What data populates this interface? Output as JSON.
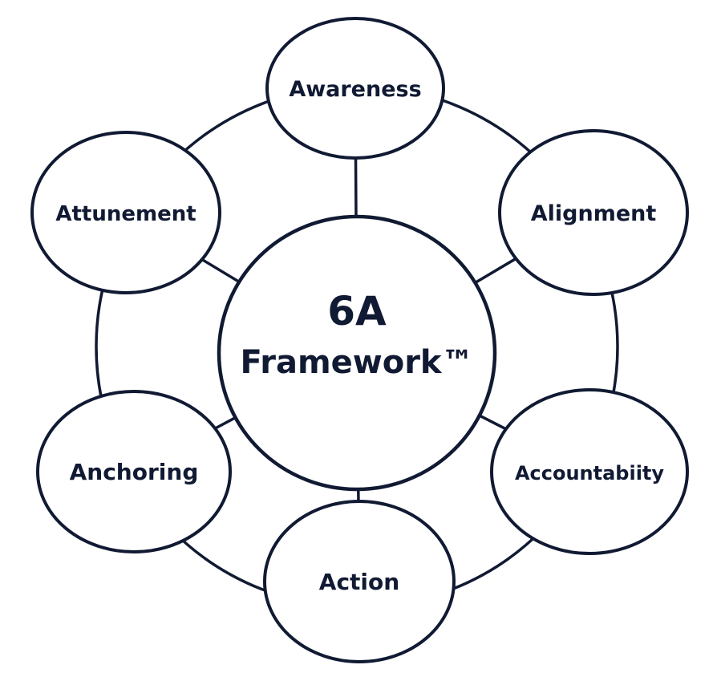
{
  "center": {
    "line1": "6A",
    "line2": "Framework™"
  },
  "nodes": [
    {
      "label": "Awareness"
    },
    {
      "label": "Alignment"
    },
    {
      "label": "Accountabiity"
    },
    {
      "label": "Action"
    },
    {
      "label": "Anchoring"
    },
    {
      "label": "Attunement"
    }
  ],
  "colors": {
    "stroke": "#111a33",
    "fill": "#ffffff"
  }
}
